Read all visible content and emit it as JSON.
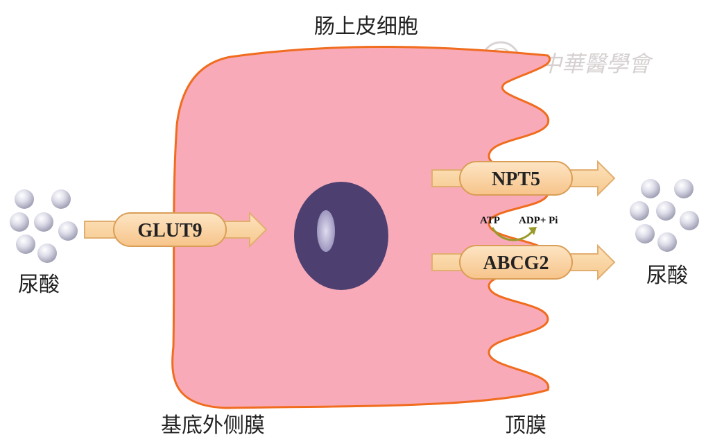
{
  "labels": {
    "cell_title": "肠上皮细胞",
    "basolateral_membrane": "基底外侧膜",
    "apical_membrane": "顶膜",
    "uric_acid_left": "尿酸",
    "uric_acid_right": "尿酸"
  },
  "transporters": {
    "glut9": "GLUT9",
    "npt5": "NPT5",
    "abcg2": "ABCG2"
  },
  "energy": {
    "atp": "ATP",
    "adp_pi": "ADP+ Pi"
  },
  "watermark": {
    "text": "中華醫學會"
  },
  "colors": {
    "cell_fill": "#f8aab8",
    "cell_border": "#f06c1e",
    "arrow_fill": "#f9d4a4",
    "arrow_stroke": "#e2ae6f",
    "nucleus": "#4d4071",
    "curve": "#9a9a2a"
  }
}
